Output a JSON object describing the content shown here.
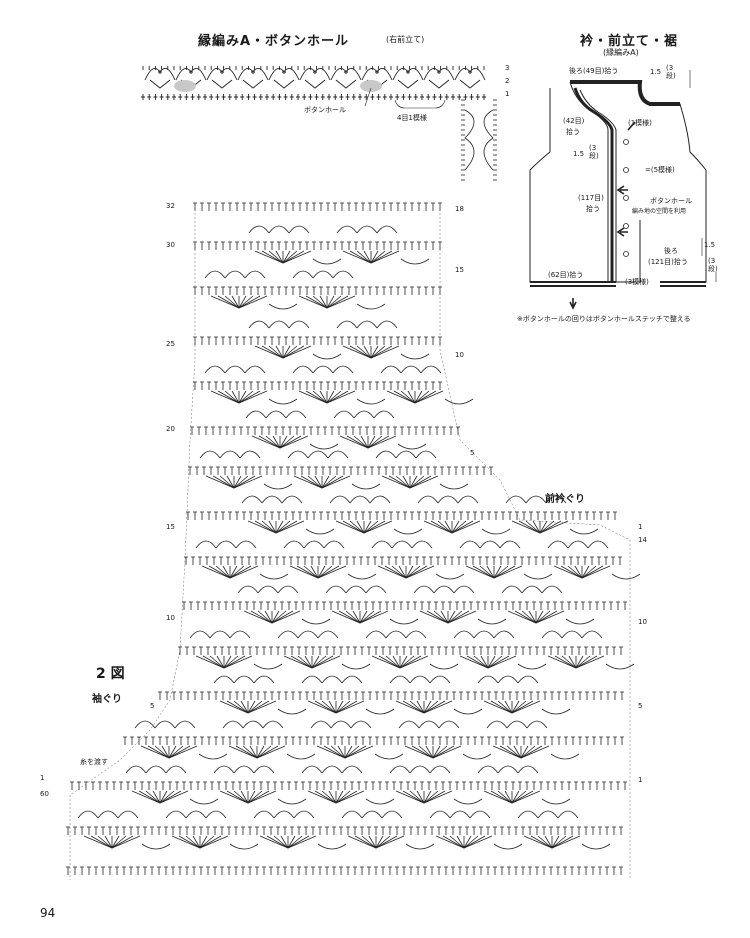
{
  "edging": {
    "title": "縁編みA・ボタンホール",
    "subtitle": "(右前立て)",
    "row_marks": [
      "3",
      "2",
      "1"
    ],
    "buttonhole_label": "ボタンホール",
    "repeat_label": "4目1模様"
  },
  "collar": {
    "title": "衿・前立て・裾",
    "subtitle": "(縁編みA)",
    "back_pickup": "後ろ(49目)拾う",
    "back_width": "1.5",
    "back_rows": "(3段)",
    "neck_pickup_count": "(42目)",
    "neck_pickup_word": "拾う",
    "front_width": "1.5",
    "front_rows": "(3段)",
    "pattern_1": "(1模様)",
    "pattern_5": "=(5模様)",
    "front_pickup_count": "(117目)",
    "front_pickup_word": "拾う",
    "buttonhole_note_1": "ボタンホール",
    "buttonhole_note_2": "編み地の空間を利用",
    "hem_back_word": "後ろ",
    "hem_back_pickup": "(121目)拾う",
    "hem_width": "1.5",
    "hem_rows": "(3段)",
    "hem_front_pickup": "(62目)拾う",
    "hem_front_pattern": "(3模様)",
    "note": "※ボタンホールの回りはボタンホールステッチで整える"
  },
  "chart": {
    "left_rows": [
      "32",
      "30",
      "25",
      "20",
      "15",
      "10",
      "5",
      "1",
      "60"
    ],
    "right_rows": [
      "18",
      "15",
      "10",
      "5",
      "1",
      "14",
      "10",
      "5",
      "1"
    ],
    "figure_label": "2 図",
    "armhole_label": "袖ぐり",
    "neckline_label": "前衿ぐり",
    "yarn_label": "糸を渡す"
  },
  "page_number": "94"
}
